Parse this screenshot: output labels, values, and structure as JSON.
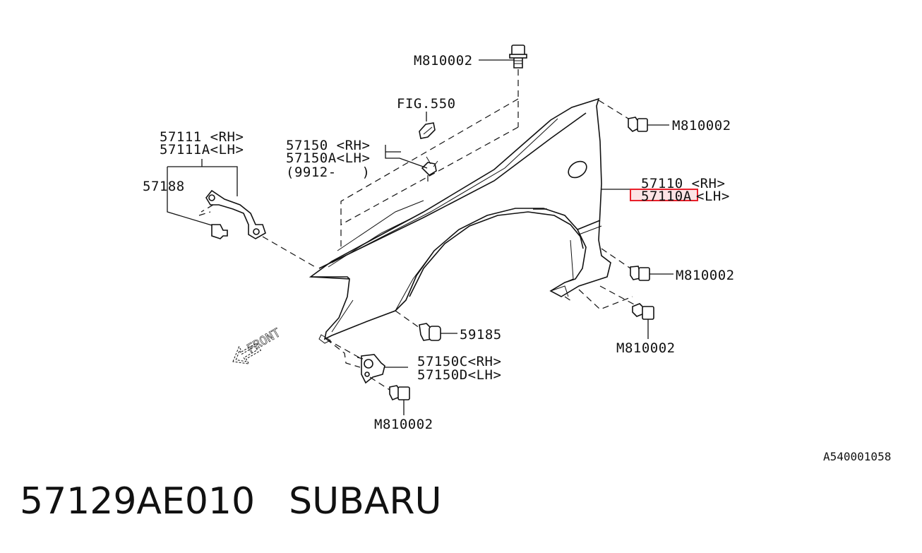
{
  "labels": {
    "bolt_top": "M810002",
    "fig_ref": "FIG.550",
    "clip_rh": "57150 <RH>",
    "clip_lh": "57150A<LH>",
    "clip_date": "(9912-   )",
    "bracket_rh": "57111 <RH>",
    "bracket_lh": "57111A<LH>",
    "bracket_screw": "57188",
    "fender_rh": "57110 <RH>",
    "fender_lh_code": "57110A",
    "fender_lh_side": "<LH>",
    "bolt_upper_right": "M810002",
    "bolt_lower_right": "M810002",
    "bolt_bottom_right": "M810002",
    "clip_bottom": "59185",
    "stay_rh": "57150C<RH>",
    "stay_lh": "57150D<LH>",
    "bolt_bottom": "M810002",
    "front": "FRONT",
    "diagram_ref": "A540001058"
  },
  "highlight_color": "#e8202a",
  "caption": {
    "part_number": "57129AE010",
    "brand": "SUBARU"
  }
}
